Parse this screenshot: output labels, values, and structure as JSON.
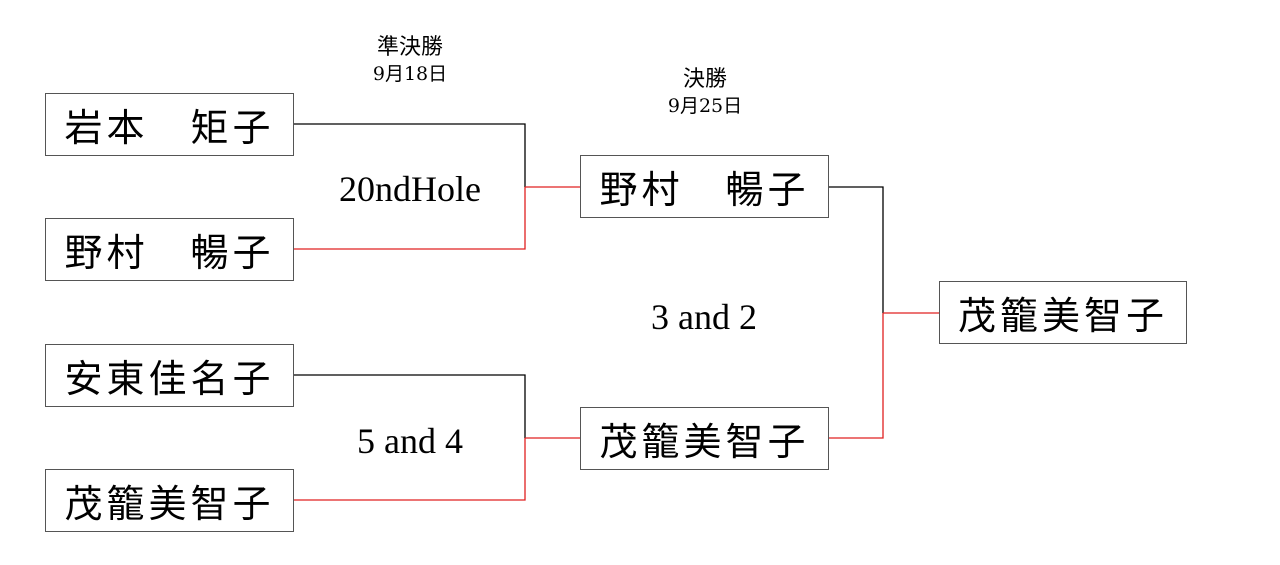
{
  "rounds": {
    "semifinal": {
      "title": "準決勝",
      "date": "9月18日"
    },
    "final": {
      "title": "決勝",
      "date": "9月25日"
    }
  },
  "players": {
    "semi_1": "岩本　矩子",
    "semi_2": "野村　暢子",
    "semi_3": "安東佳名子",
    "semi_4": "茂籠美智子",
    "final_1": "野村　暢子",
    "final_2": "茂籠美智子",
    "champion": "茂籠美智子"
  },
  "scores": {
    "semi_top": "20ndHole",
    "semi_bottom": "5 and 4",
    "final": "3 and 2"
  },
  "colors": {
    "loser_line": "#000000",
    "winner_line": "#e02020",
    "box_border": "#555555"
  }
}
